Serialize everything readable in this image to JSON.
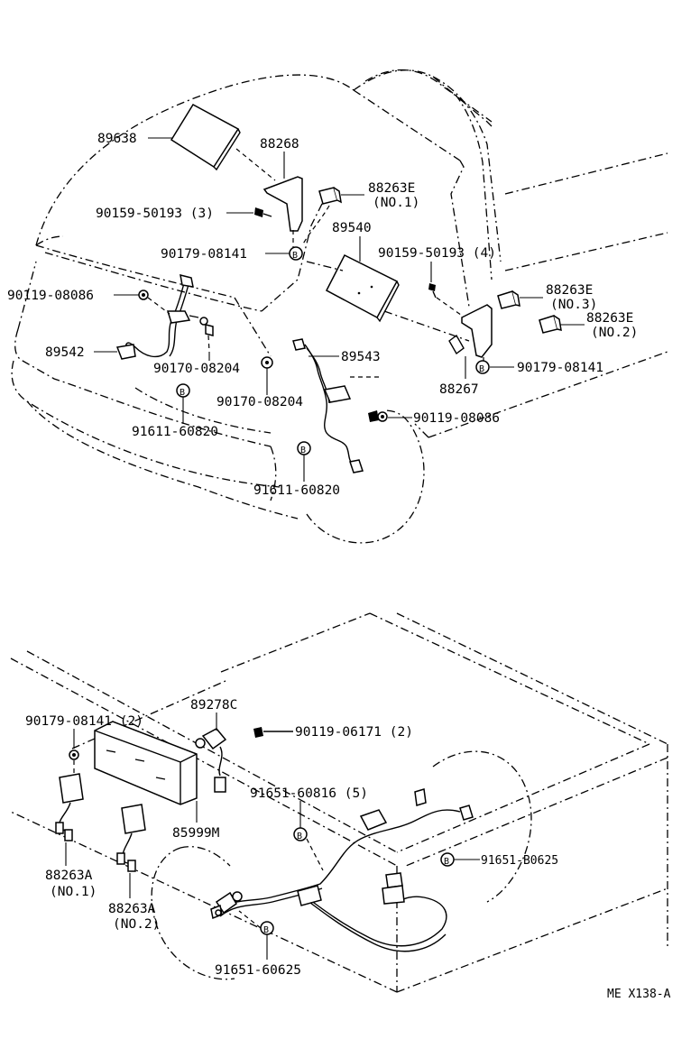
{
  "diagram_id": "ME X138-A",
  "callout_symbol": "B",
  "top": {
    "labels": {
      "p89638": "89638",
      "p88268": "88268",
      "p90159_3": "90159-50193 (3)",
      "p88263e_no1_num": "88263E",
      "p88263e_no1_sub": "(NO.1)",
      "p89540": "89540",
      "p90179_a": "90179-08141",
      "p90159_4": "90159-50193 (4)",
      "p90119_a": "90119-08086",
      "p88263e_no3_num": "88263E",
      "p88263e_no3_sub": "(NO.3)",
      "p88263e_no2_num": "88263E",
      "p88263e_no2_sub": "(NO.2)",
      "p89542": "89542",
      "p90170_a": "90170-08204",
      "p89543": "89543",
      "p90179_b": "90179-08141",
      "p88267": "88267",
      "p90170_b": "90170-08204",
      "p90119_b": "90119-08086",
      "p91611_a": "91611-60820",
      "p91611_b": "91611-60820"
    }
  },
  "bottom": {
    "labels": {
      "p89278c": "89278C",
      "p90179_2": "90179-08141 (2)",
      "p90119_2": "90119-06171 (2)",
      "p91651_5": "91651-60816 (5)",
      "p85999m": "85999M",
      "p91651_b": "91651-B0625",
      "p88263a_no1_num": "88263A",
      "p88263a_no1_sub": "(NO.1)",
      "p88263a_no2_num": "88263A",
      "p88263a_no2_sub": "(NO.2)",
      "p91651_6": "91651-60625"
    }
  }
}
